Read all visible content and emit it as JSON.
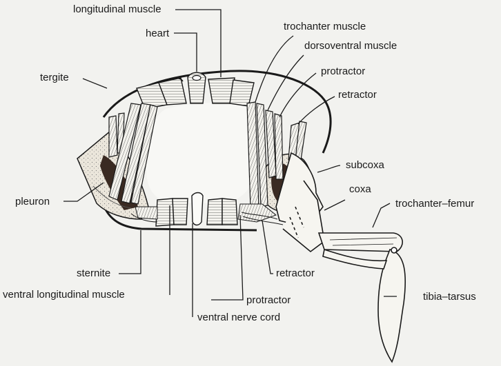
{
  "labels": {
    "longitudinal_muscle": "longitudinal muscle",
    "heart": "heart",
    "trochanter_muscle": "trochanter muscle",
    "dorsoventral_muscle": "dorsoventral muscle",
    "protractor_upper": "protractor",
    "retractor_upper": "retractor",
    "tergite": "tergite",
    "subcoxa": "subcoxa",
    "coxa": "coxa",
    "trochanter_femur": "trochanter–femur",
    "pleuron": "pleuron",
    "sternite": "sternite",
    "retractor_lower": "retractor",
    "ventral_longitudinal_muscle": "ventral longitudinal muscle",
    "protractor_lower": "protractor",
    "tibia_tarsus": "tibia–tarsus",
    "ventral_nerve_cord": "ventral nerve cord"
  },
  "colors": {
    "ink": "#1a1a1a",
    "background": "#f2f2ef",
    "stipple": "#e6e1d6",
    "dark_muscle": "#3a2a22"
  }
}
